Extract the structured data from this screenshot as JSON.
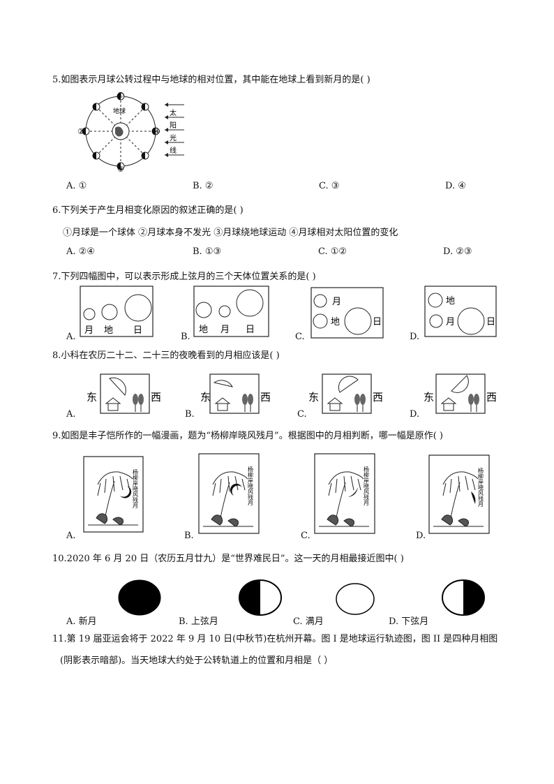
{
  "questions": {
    "q5": {
      "stem": "5.如图表示月球公转过程中与地球的相对位置，其中能在地球上看到新月的是(    )",
      "fig": {
        "earth": "地球",
        "n1": "①",
        "n2": "②",
        "n3": "③",
        "n4": "④",
        "sun1": "太",
        "sun2": "阳",
        "sun3": "光",
        "sun4": "线"
      },
      "options": [
        "A. ①",
        "B. ②",
        "C. ③",
        "D. ④"
      ]
    },
    "q6": {
      "stem": "6.下列关于产生月相变化原因的叙述正确的是(    )",
      "statements": "①月球是一个球体  ②月球本身不发光  ③月球绕地球运动  ④月球相对太阳位置的变化",
      "options": [
        "A. ②④",
        "B. ①③",
        "C. ①②",
        "D. ②③"
      ]
    },
    "q7": {
      "stem": "7.下列四幅图中，可以表示形成上弦月的三个天体位置关系的是(    )",
      "labels": {
        "moon": "月",
        "earth": "地",
        "sun": "日"
      },
      "options": [
        "A.",
        "B.",
        "C.",
        "D."
      ]
    },
    "q8": {
      "stem": "8.小科在农历二十二、二十三的夜晚看到的月相应该是(    )",
      "labels": {
        "east": "东",
        "west": "西"
      },
      "options": [
        "A.",
        "B.",
        "C.",
        "D."
      ]
    },
    "q9": {
      "stem": "9.如图是丰子恺所作的一幅漫画，题为“杨柳岸晓风残月”。根据图中的月相判断，哪一幅是原作(    )",
      "caption": "杨柳岸晓风残月",
      "options": [
        "A.",
        "B.",
        "C.",
        "D."
      ]
    },
    "q10": {
      "stem": "10.2020 年 6 月 20 日（农历五月廿九）是“世界难民日”。这一天的月相最接近图中(    )",
      "options": [
        "A.    新月",
        "B. 上弦月",
        "C. 满月",
        "D. 下弦月"
      ]
    },
    "q11": {
      "stem_line1": "11.第 19 届亚运会将于 2022 年 9 月 10 日(中秋节)在杭州开幕。图 I 是地球运行轨迹图，图 II 是四种月相图",
      "stem_line2": "(阴影表示暗部)。当天地球大约处于公转轨道上的位置和月相是（     ）"
    }
  }
}
